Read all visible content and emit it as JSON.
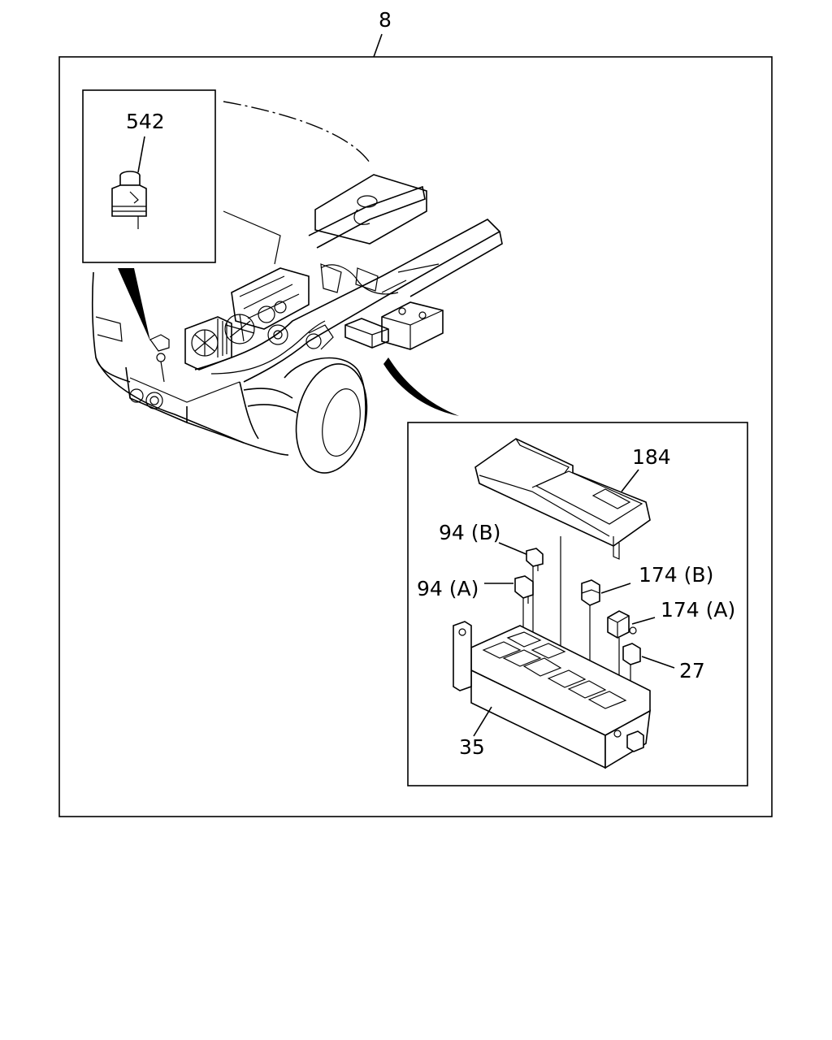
{
  "diagram": {
    "group_label": "8",
    "callouts": {
      "reservoir": "542",
      "fuse_box_cover": "184",
      "fuse_94b": "94 (B)",
      "fuse_94a": "94 (A)",
      "relay_174b": "174 (B)",
      "relay_174a": "174 (A)",
      "relay_27": "27",
      "fuse_box_base": "35"
    }
  }
}
